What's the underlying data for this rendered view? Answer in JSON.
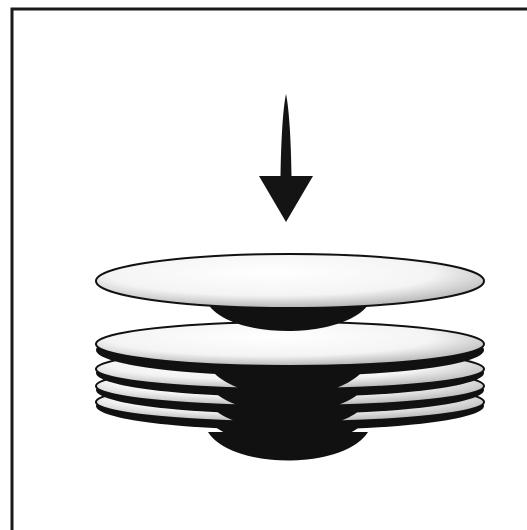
{
  "pictogram": {
    "subject": "plate-stacking",
    "icon_names": [
      "down-arrow-icon",
      "plate-icon"
    ],
    "plates_in_stack": 4,
    "plates_being_added": 1,
    "colors": {
      "frame": "#1a1a1a",
      "background": "#ffffff",
      "ink": "#111111",
      "plate_highlight": "#ffffff",
      "plate_shade": "#bdbdbd"
    }
  }
}
